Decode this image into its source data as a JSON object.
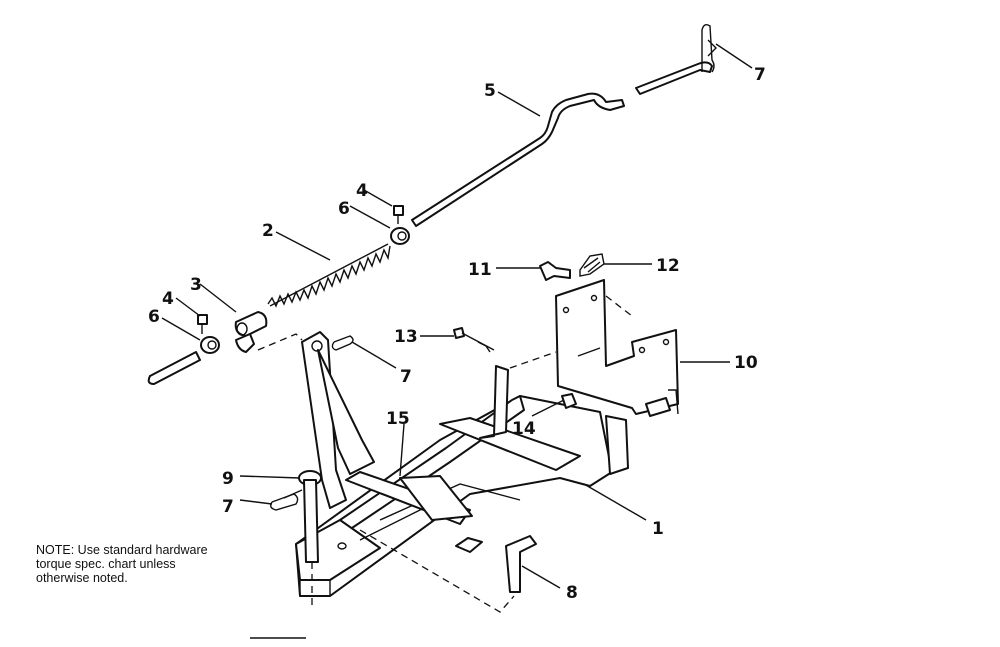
{
  "callouts": {
    "c1": "1",
    "c2": "2",
    "c3": "3",
    "c4a": "4",
    "c4b": "4",
    "c5": "5",
    "c6a": "6",
    "c6b": "6",
    "c7a": "7",
    "c7b": "7",
    "c7c": "7",
    "c8": "8",
    "c9": "9",
    "c10": "10",
    "c11": "11",
    "c12": "12",
    "c13": "13",
    "c14": "14",
    "c15": "15"
  },
  "note": {
    "line1": "NOTE: Use standard hardware",
    "line2": "torque spec. chart unless",
    "line3": "otherwise noted."
  }
}
